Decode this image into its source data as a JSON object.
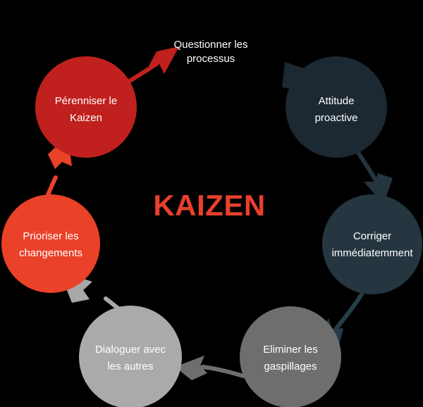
{
  "diagram": {
    "type": "cycle",
    "background_color": "#000000",
    "center_title": {
      "text": "KAIZEN",
      "color": "#e8402c"
    },
    "outer_labels": [
      {
        "id": "questionner",
        "line1": "Questionner les",
        "line2": "processus",
        "color": "#ffffff"
      }
    ],
    "nodes": [
      {
        "id": "perenniser",
        "line1": "Pérenniser le",
        "line2": "Kaizen",
        "color": "#c0211e",
        "text_color": "#ffffff"
      },
      {
        "id": "prioriser",
        "line1": "Prioriser les",
        "line2": "changements",
        "color": "#ea4129",
        "text_color": "#ffffff"
      },
      {
        "id": "dialoguer",
        "line1": "Dialoguer avec",
        "line2": "les autres",
        "color": "#aaaaaa",
        "text_color": "#ffffff"
      },
      {
        "id": "eliminer",
        "line1": "Eliminer les",
        "line2": "gaspillages",
        "color": "#6e6e6e",
        "text_color": "#ffffff"
      },
      {
        "id": "corriger",
        "line1": "Corriger",
        "line2": "immédiatemment",
        "color": "#263640",
        "text_color": "#ffffff"
      },
      {
        "id": "attitude",
        "line1": "Attitude",
        "line2": "proactive",
        "color": "#1c2933",
        "text_color": "#ffffff"
      }
    ],
    "arrows": [
      {
        "id": "attitude-to-corriger",
        "from": "attitude",
        "to": "corriger",
        "color": "#253540"
      },
      {
        "id": "corriger-to-eliminer",
        "from": "corriger",
        "to": "eliminer",
        "color": "#263d48"
      },
      {
        "id": "eliminer-to-dialoguer",
        "from": "eliminer",
        "to": "dialoguer",
        "color": "#6e6e6e"
      },
      {
        "id": "dialoguer-to-prioriser",
        "from": "dialoguer",
        "to": "prioriser",
        "color": "#a8a8a8"
      },
      {
        "id": "prioriser-to-perenniser",
        "from": "prioriser",
        "to": "perenniser",
        "color": "#ea4129"
      },
      {
        "id": "perenniser-to-questionner",
        "from": "perenniser",
        "to": "questionner",
        "color": "#c0211e"
      },
      {
        "id": "questionner-to-attitude",
        "from": "questionner",
        "to": "attitude",
        "color": "#1c2933"
      }
    ]
  }
}
